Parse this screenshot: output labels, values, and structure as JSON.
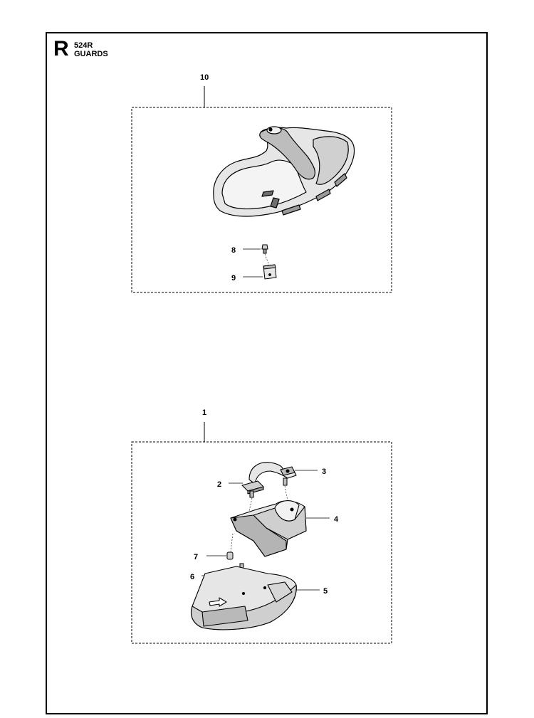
{
  "header": {
    "section_letter": "R",
    "model": "524R",
    "group_title": "GUARDS"
  },
  "groups": [
    {
      "callout": "10",
      "parts": [
        "8",
        "9"
      ]
    },
    {
      "callout": "1",
      "parts": [
        "2",
        "3",
        "4",
        "5",
        "6",
        "7"
      ]
    }
  ],
  "callouts": {
    "p10": "10",
    "p8": "8",
    "p9": "9",
    "p1": "1",
    "p2": "2",
    "p3": "3",
    "p4": "4",
    "p5": "5",
    "p6": "6",
    "p7": "7"
  },
  "colors": {
    "line": "#000000",
    "part_fill": "#e6e6e6",
    "part_shadow": "#9a9a9a"
  }
}
